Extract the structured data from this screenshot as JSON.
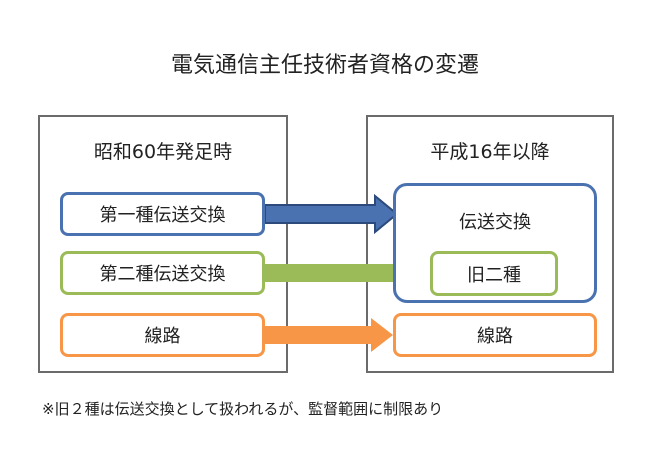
{
  "title": "電気通信主任技術者資格の変遷",
  "left_panel": {
    "heading": "昭和60年発足時",
    "items": [
      "第一種伝送交換",
      "第二種伝送交換",
      "線路"
    ]
  },
  "right_panel": {
    "heading": "平成16年以降",
    "group_label": "伝送交換",
    "old_label": "旧二種",
    "line_label": "線路"
  },
  "note": "※旧２種は伝送交換として扱われるが、監督範囲に制限あり",
  "colors": {
    "blue": "#4a72b0",
    "green": "#9bbb59",
    "orange": "#f79646",
    "frame": "#6b6b6b"
  }
}
